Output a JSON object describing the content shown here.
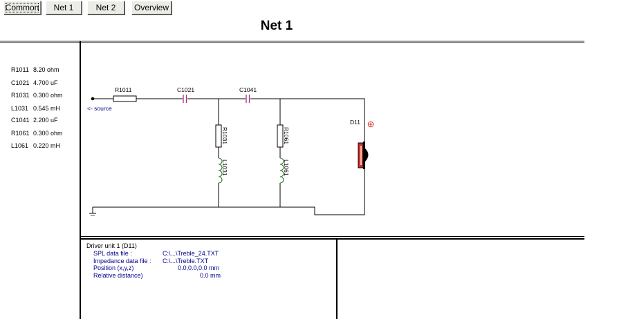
{
  "tabs": [
    {
      "label": "Common",
      "active": true
    },
    {
      "label": "Net 1",
      "active": false
    },
    {
      "label": "Net 2",
      "active": false
    },
    {
      "label": "Overview",
      "active": false
    }
  ],
  "page_title": "Net 1",
  "parts": [
    {
      "ref": "R1011",
      "value": "8.20 ohm"
    },
    {
      "ref": "C1021",
      "value": "4.700 uF"
    },
    {
      "ref": "R1031",
      "value": "0.300 ohm"
    },
    {
      "ref": "L1031",
      "value": "0.545 mH"
    },
    {
      "ref": "C1041",
      "value": "2.200 uF"
    },
    {
      "ref": "R1061",
      "value": "0.300 ohm"
    },
    {
      "ref": "L1061",
      "value": "0.220 mH"
    }
  ],
  "schematic": {
    "source_label": "<- source",
    "labels": {
      "R1011": "R1011",
      "C1021": "C1021",
      "C1041": "C1041",
      "R1031": "R1031",
      "L1031": "L1031",
      "R1061": "R1061",
      "L1061": "L1061",
      "D11": "D11"
    },
    "colors": {
      "wire": "#000000",
      "capacitor": "#a0308a",
      "inductor": "#2f7a2f",
      "driver": "#c81e1e",
      "source_text": "#00008b"
    }
  },
  "driver_info": {
    "title": "Driver unit 1 (D11)",
    "rows": [
      {
        "label": "SPL data file :",
        "value": "C:\\...\\Treble_24.TXT"
      },
      {
        "label": "Impedance data file :",
        "value": "C:\\...\\Treble.TXT"
      },
      {
        "label": "Position (x,y,z)",
        "value": "0.0,0.0,0.0 mm"
      },
      {
        "label": "Relative distance)",
        "value": "0.0 mm"
      }
    ]
  }
}
